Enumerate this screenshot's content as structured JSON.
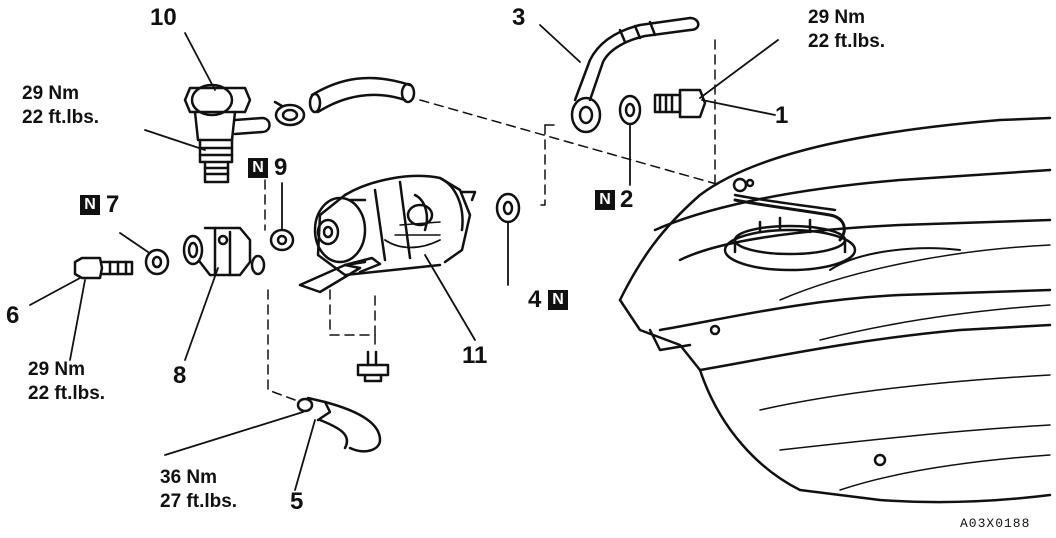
{
  "new_mark": "N",
  "figure_code": "A03X0188",
  "callouts": [
    {
      "id": "1",
      "label": "1"
    },
    {
      "id": "2",
      "label": "2"
    },
    {
      "id": "3",
      "label": "3"
    },
    {
      "id": "4",
      "label": "4"
    },
    {
      "id": "5",
      "label": "5"
    },
    {
      "id": "6",
      "label": "6"
    },
    {
      "id": "7",
      "label": "7"
    },
    {
      "id": "8",
      "label": "8"
    },
    {
      "id": "9",
      "label": "9"
    },
    {
      "id": "10",
      "label": "10"
    },
    {
      "id": "11",
      "label": "11"
    }
  ],
  "torques": [
    {
      "for": "1",
      "nm": "29 Nm",
      "ftlbs": "22 ft.lbs."
    },
    {
      "for": "10",
      "nm": "29 Nm",
      "ftlbs": "22 ft.lbs."
    },
    {
      "for": "6",
      "nm": "29 Nm",
      "ftlbs": "22 ft.lbs."
    },
    {
      "for": "5",
      "nm": "36 Nm",
      "ftlbs": "27 ft.lbs."
    }
  ]
}
